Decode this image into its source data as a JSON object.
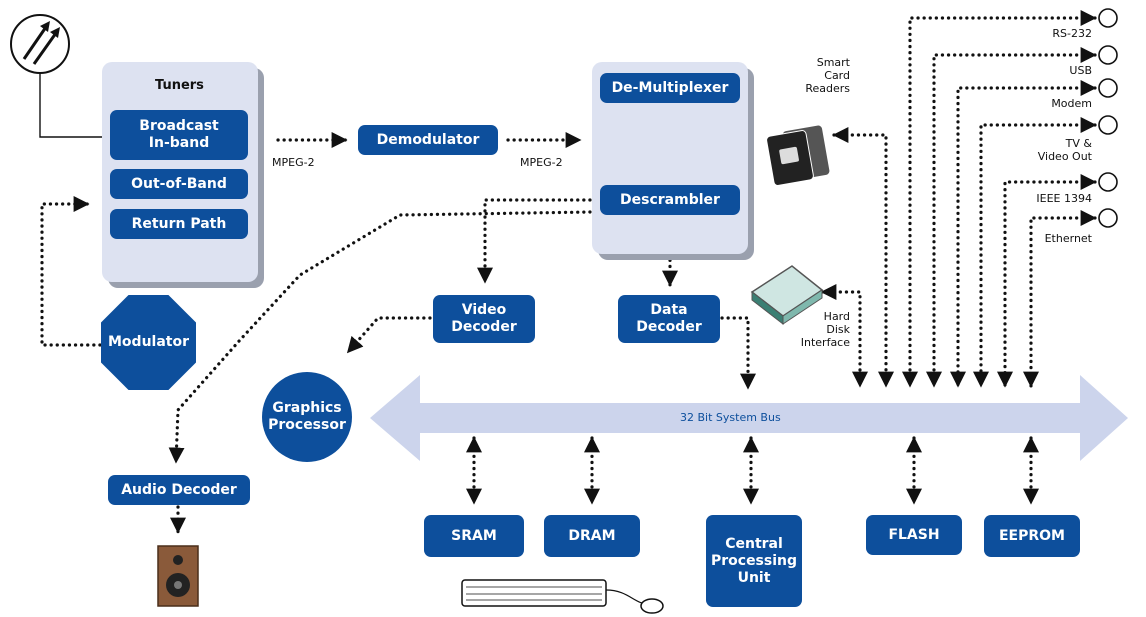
{
  "tuners": {
    "title": "Tuners",
    "items": [
      "Broadcast\nIn-band",
      "Out-of-Band",
      "Return Path"
    ]
  },
  "blocks": {
    "demodulator": "Demodulator",
    "demultiplexer": "De-Multiplexer",
    "descrambler": "Descrambler",
    "modulator": "Modulator",
    "video_decoder": "Video\nDecoder",
    "data_decoder": "Data\nDecoder",
    "graphics_processor": "Graphics\nProcessor",
    "audio_decoder": "Audio Decoder",
    "sram": "SRAM",
    "dram": "DRAM",
    "cpu": "Central\nProcessing\nUnit",
    "flash": "FLASH",
    "eeprom": "EEPROM"
  },
  "labels": {
    "mpeg2_left": "MPEG-2",
    "mpeg2_right": "MPEG-2",
    "smart_card": "Smart\nCard\nReaders",
    "hard_disk": "Hard\nDisk\nInterface",
    "bus": "32 Bit System Bus"
  },
  "ports": [
    "RS-232",
    "USB",
    "Modem",
    "TV &\nVideo Out",
    "IEEE 1394",
    "Ethernet"
  ],
  "colors": {
    "block": "#0d4f9c",
    "panel": "#dde2f1",
    "bus": "#ccd4ec",
    "wire": "#111111"
  },
  "icons": [
    "antenna-icon",
    "smart-card-icon",
    "hard-disk-icon",
    "speaker-icon",
    "keyboard-icon",
    "mouse-icon"
  ]
}
